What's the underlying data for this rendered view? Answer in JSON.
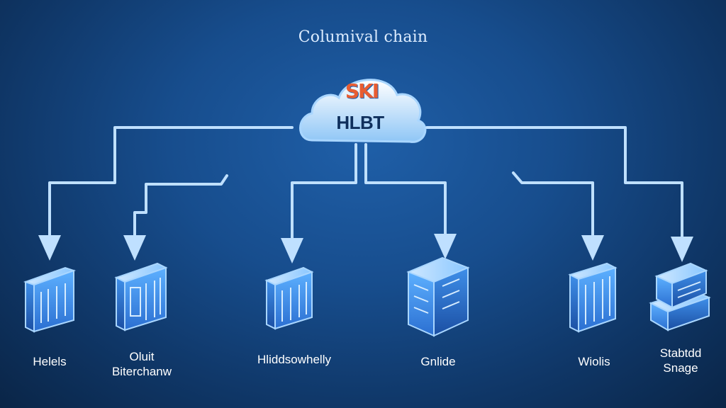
{
  "diagram": {
    "title": "Columival chain",
    "root": {
      "logo_text": "SKI",
      "label": "HLBT"
    },
    "nodes": [
      {
        "id": "n1",
        "label_lines": [
          "Helels"
        ],
        "icon": "server-tower-icon"
      },
      {
        "id": "n2",
        "label_lines": [
          "Oluit",
          "Biterchanw"
        ],
        "icon": "server-tower-icon"
      },
      {
        "id": "n3",
        "label_lines": [
          "Hliddsowhelly"
        ],
        "icon": "server-tower-icon"
      },
      {
        "id": "n4",
        "label_lines": [
          "Gnlide"
        ],
        "icon": "server-cube-icon"
      },
      {
        "id": "n5",
        "label_lines": [
          "Wiolis"
        ],
        "icon": "server-tower-icon"
      },
      {
        "id": "n6",
        "label_lines": [
          "Stabtdd",
          "Snage"
        ],
        "icon": "stacked-storage-icon"
      }
    ],
    "colors": {
      "background": "#174d8d",
      "connector": "#bfe0ff",
      "cloud_fill": "#dceeff",
      "node_face": "#6ab3ff",
      "text": "#ffffff"
    }
  }
}
